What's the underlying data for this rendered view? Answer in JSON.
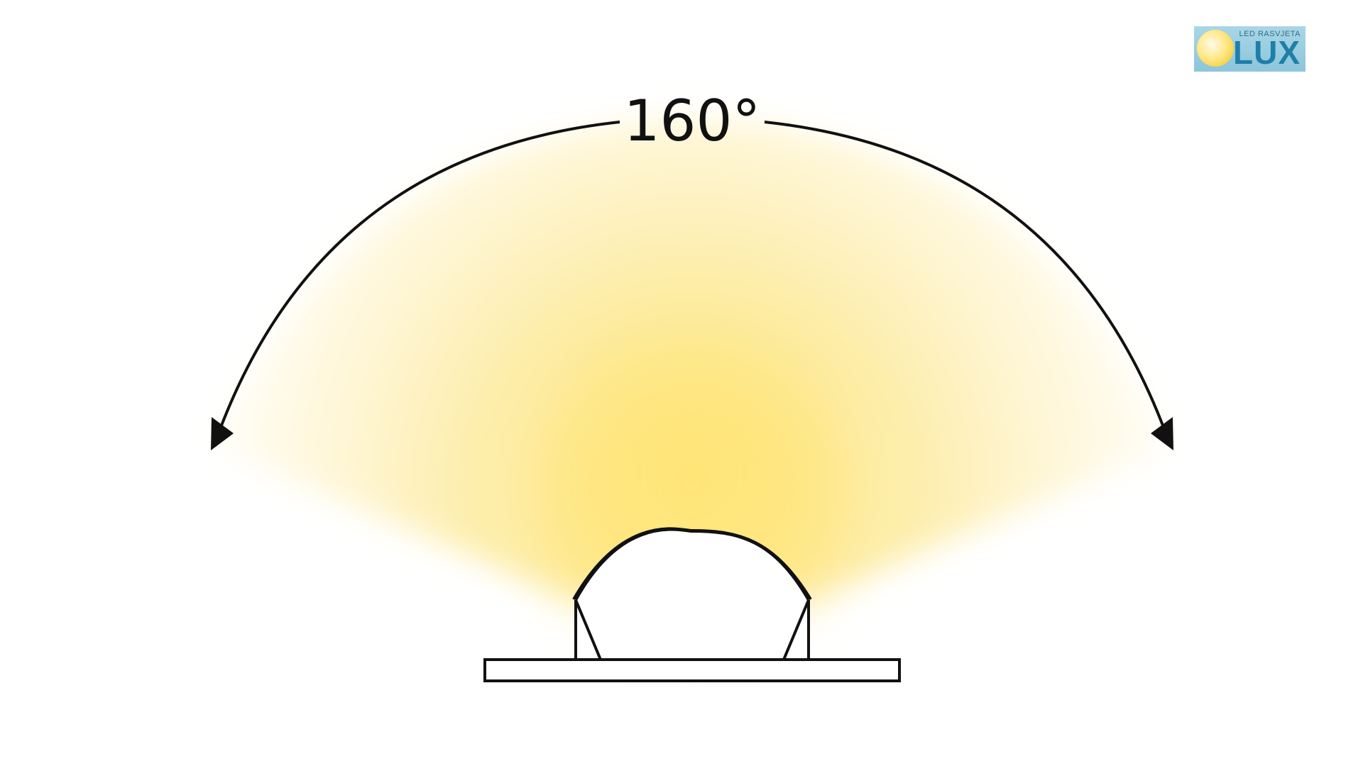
{
  "diagram": {
    "angle_label": "160°",
    "colors": {
      "light_core": "#ffe680",
      "light_edge": "#fffbe8",
      "outline": "#111111",
      "background": "#ffffff"
    }
  },
  "logo": {
    "tagline": "LED RASVJETA",
    "brand": "LUX",
    "icon": "sun-icon"
  }
}
